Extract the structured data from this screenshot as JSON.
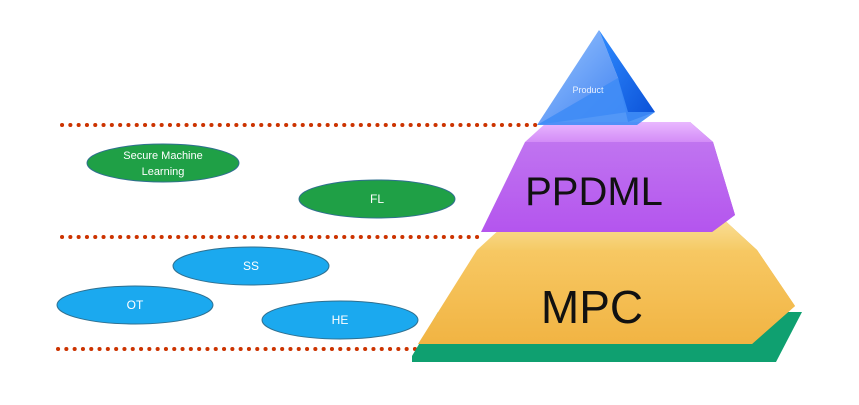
{
  "pyramid": {
    "top_label": "Product",
    "middle_label": "PPDML",
    "bottom_label": "MPC"
  },
  "ovals": {
    "secure_ml": [
      "Secure Machine",
      "Learning"
    ],
    "fl": "FL",
    "ss": "SS",
    "ot": "OT",
    "he": "HE"
  },
  "colors": {
    "green_oval": "#1fa046",
    "blue_oval": "#1ba9ef",
    "dotted_line": "#cc3300",
    "top_tier": "#2f80ff",
    "middle_tier": "#c77df2",
    "bottom_tier": "#f5c050",
    "base_plate": "#0fa070"
  }
}
